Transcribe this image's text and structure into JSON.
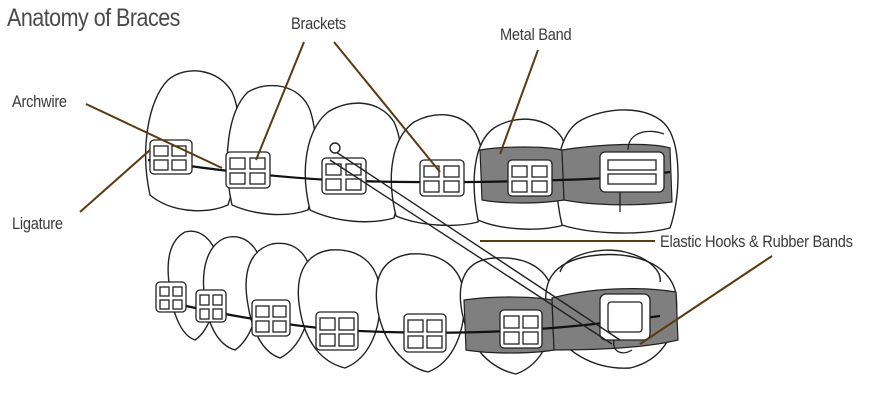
{
  "title": "Anatomy of Braces",
  "labels": {
    "brackets": "Brackets",
    "metal_band": "Metal Band",
    "archwire": "Archwire",
    "ligature": "Ligature",
    "elastic": "Elastic Hooks & Rubber Bands"
  },
  "colors": {
    "leader": "#5a3a12",
    "band": "#7f7f7f",
    "outline": "#222222"
  }
}
